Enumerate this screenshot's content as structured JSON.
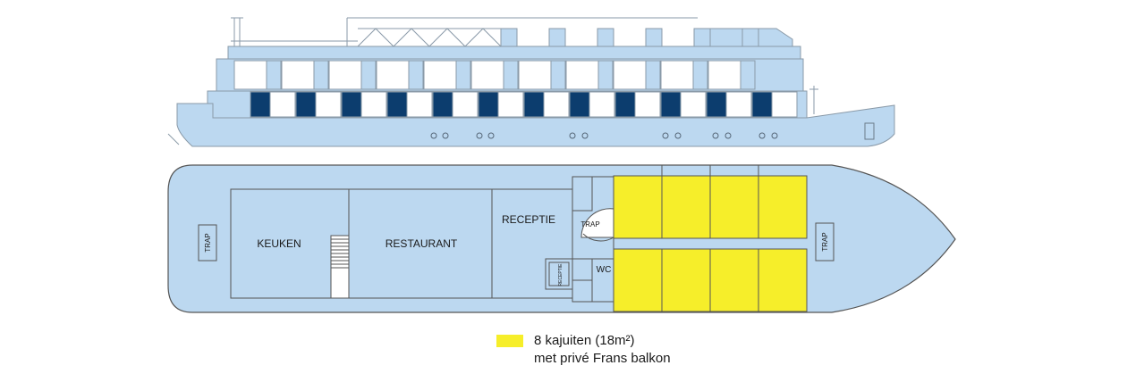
{
  "colors": {
    "hull": "#bcd8f0",
    "outline": "#555555",
    "window_dark": "#0c3d6e",
    "window_light": "#ffffff",
    "cabin": "#f6ee2a",
    "background": "#ffffff"
  },
  "icons": [
    "ship-side-view",
    "deck-plan",
    "staircase-icon",
    "spiral-stair-icon"
  ],
  "deck": {
    "trap_left": "TRAP",
    "trap_right": "TRAP",
    "keuken": "KEUKEN",
    "restaurant": "RESTAURANT",
    "receptie": "RECEPTIE",
    "trap_center": "TRAP",
    "receptie_small": "RECEPTIE",
    "wc": "WC"
  },
  "legend": {
    "cabin_count_text": "8 kajuiten (18m²)",
    "balcony_text": "met privé Frans balkon"
  }
}
